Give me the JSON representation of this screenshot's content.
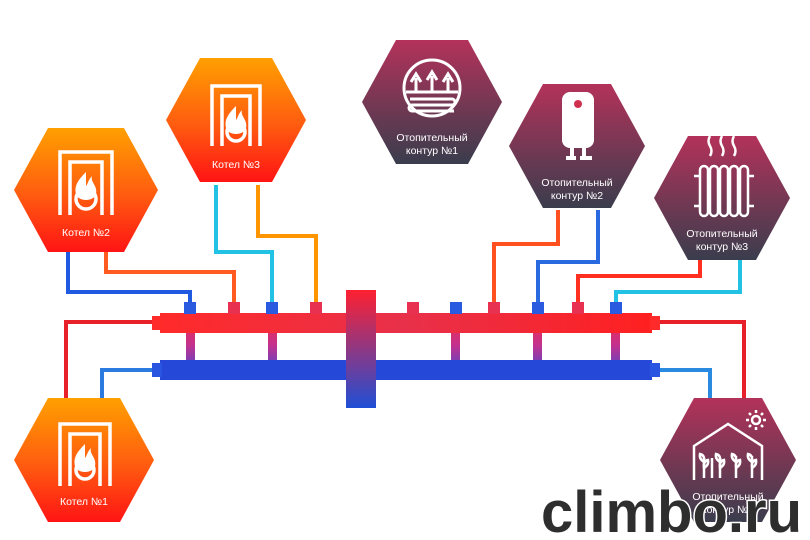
{
  "diagram": {
    "nodes": {
      "boiler1": {
        "label": "Котел №1",
        "icon": "boiler-flame-icon"
      },
      "boiler2": {
        "label": "Котел №2",
        "icon": "boiler-flame-icon"
      },
      "boiler3": {
        "label": "Котел №3",
        "icon": "boiler-flame-icon"
      },
      "circuit1": {
        "label_line1": "Отопительный",
        "label_line2": "контур №1",
        "icon": "underfloor-heating-icon"
      },
      "circuit2": {
        "label_line1": "Отопительный",
        "label_line2": "контур №2",
        "icon": "water-heater-icon"
      },
      "circuit3": {
        "label_line1": "Отопительный",
        "label_line2": "контур №3",
        "icon": "radiator-icon"
      },
      "circuit4": {
        "label_line1": "Отопительный",
        "label_line2": "контур №4",
        "icon": "greenhouse-icon"
      }
    },
    "watermark": "climbo.ru"
  },
  "colors": {
    "hot_pipe": "#e8202a",
    "cold_pipe": "#1f4fd6",
    "boiler_hex_top": "#ff7a00",
    "boiler_hex_bottom": "#ff1e1e",
    "circuit_hex_top": "#a8345a",
    "circuit_hex_bottom": "#3c3f4f"
  }
}
